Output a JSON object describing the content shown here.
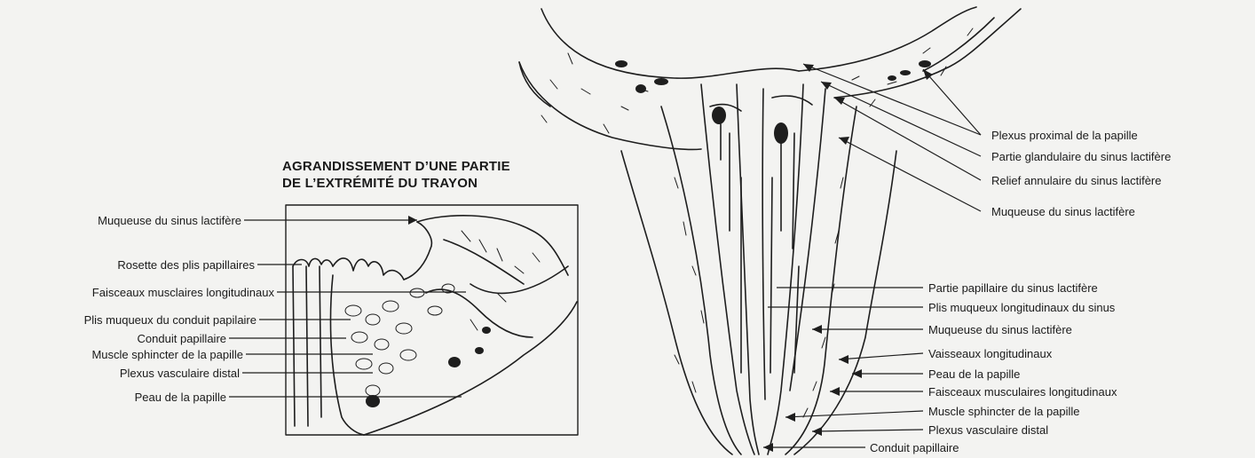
{
  "inset": {
    "title_line1": "AGRANDISSEMENT D’UNE PARTIE",
    "title_line2": "DE L’EXTRÉMITÉ DU TRAYON"
  },
  "left_labels": [
    "Muqueuse du sinus lactifère",
    "Rosette des plis papillaires",
    "Faisceaux musclaires longitudinaux",
    "Plis muqueux du conduit papilaire",
    "Conduit papillaire",
    "Muscle sphincter de la papille",
    "Plexus vasculaire distal",
    "Peau de la papille"
  ],
  "right_upper_labels": [
    "Plexus proximal de la papille",
    "Partie glandulaire du sinus lactifère",
    "Relief annulaire du sinus lactifère",
    "Muqueuse du sinus lactifère"
  ],
  "right_lower_labels": [
    "Partie papillaire du sinus lactifère",
    "Plis muqueux longitudinaux du sinus",
    "Muqueuse du sinus lactifère",
    "Vaisseaux longitudinaux",
    "Peau de la papille",
    "Faisceaux musculaires longitudinaux",
    "Muscle sphincter de la papille",
    "Plexus vasculaire distal",
    "Conduit papillaire"
  ]
}
